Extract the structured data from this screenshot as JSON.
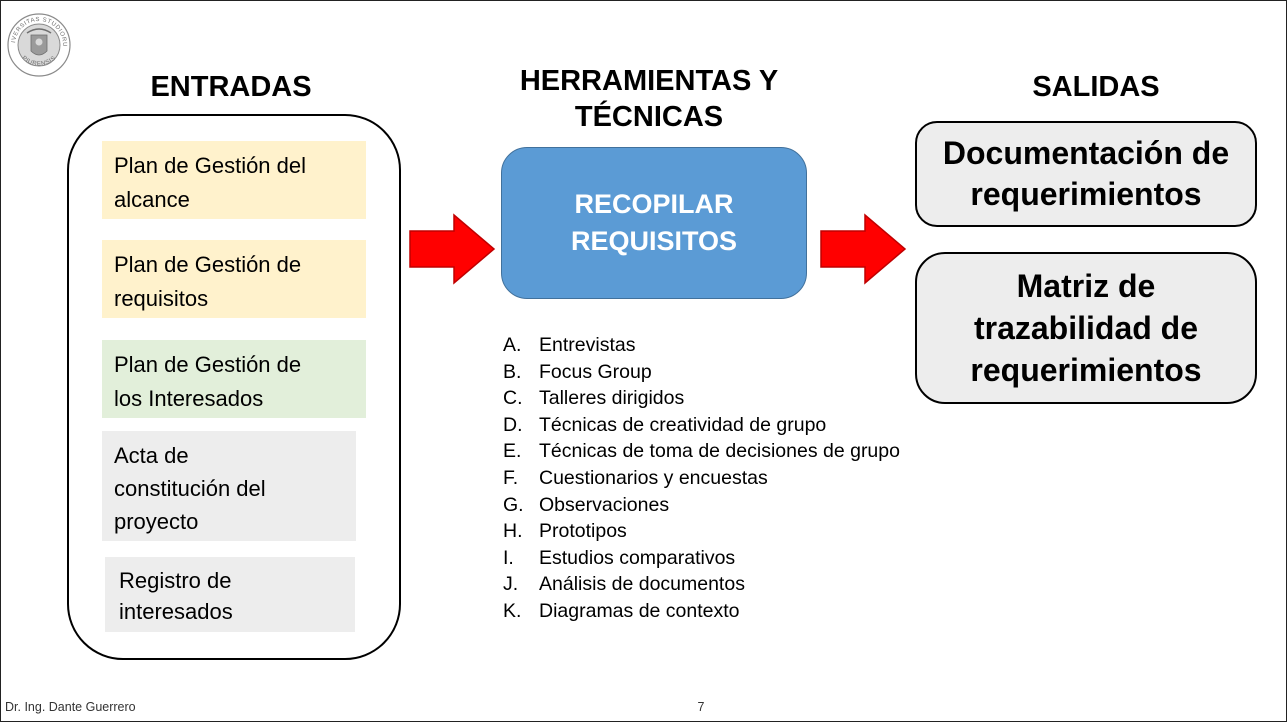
{
  "logo": {
    "text_top": "UNIVERSITAS STUDIORUM",
    "text_bottom": "PIURENSIS"
  },
  "headings": {
    "entradas": "ENTRADAS",
    "herramientas_line1": "HERRAMIENTAS Y",
    "herramientas_line2": "TÉCNICAS",
    "salidas": "SALIDAS"
  },
  "inputs": [
    {
      "line1": "Plan de Gestión del",
      "line2": "alcance",
      "line3": ""
    },
    {
      "line1": "Plan de Gestión de",
      "line2": "requisitos",
      "line3": ""
    },
    {
      "line1": "Plan de Gestión de",
      "line2": "los Interesados",
      "line3": ""
    },
    {
      "line1": "Acta de",
      "line2": "constitución del",
      "line3": "proyecto"
    },
    {
      "line1": "Registro de",
      "line2": "interesados",
      "line3": ""
    }
  ],
  "process": {
    "line1": "RECOPILAR",
    "line2": "REQUISITOS"
  },
  "tools": [
    {
      "letter": "A.",
      "text": "Entrevistas"
    },
    {
      "letter": "B.",
      "text": "Focus Group"
    },
    {
      "letter": "C.",
      "text": "Talleres dirigidos"
    },
    {
      "letter": "D.",
      "text": "Técnicas de creatividad de grupo"
    },
    {
      "letter": "E.",
      "text": "Técnicas de toma de decisiones de grupo"
    },
    {
      "letter": "F.",
      "text": "Cuestionarios y encuestas"
    },
    {
      "letter": "G.",
      "text": "Observaciones"
    },
    {
      "letter": "H.",
      "text": "Prototipos"
    },
    {
      "letter": "I.",
      "text": "Estudios comparativos"
    },
    {
      "letter": "J.",
      "text": "Análisis de documentos"
    },
    {
      "letter": "K.",
      "text": "Diagramas de contexto"
    }
  ],
  "outputs": [
    {
      "line1": "Documentación de",
      "line2": "requerimientos",
      "line3": ""
    },
    {
      "line1": "Matriz de",
      "line2": "trazabilidad de",
      "line3": "requerimientos"
    }
  ],
  "footer": {
    "author": "Dr. Ing. Dante Guerrero",
    "page_number": "7"
  },
  "colors": {
    "arrow_fill": "#ff0000",
    "process_fill": "#5b9bd5",
    "input_yellow": "#fff2cc",
    "input_green": "#e2efda",
    "input_gray": "#ededed",
    "output_gray": "#ededed"
  }
}
